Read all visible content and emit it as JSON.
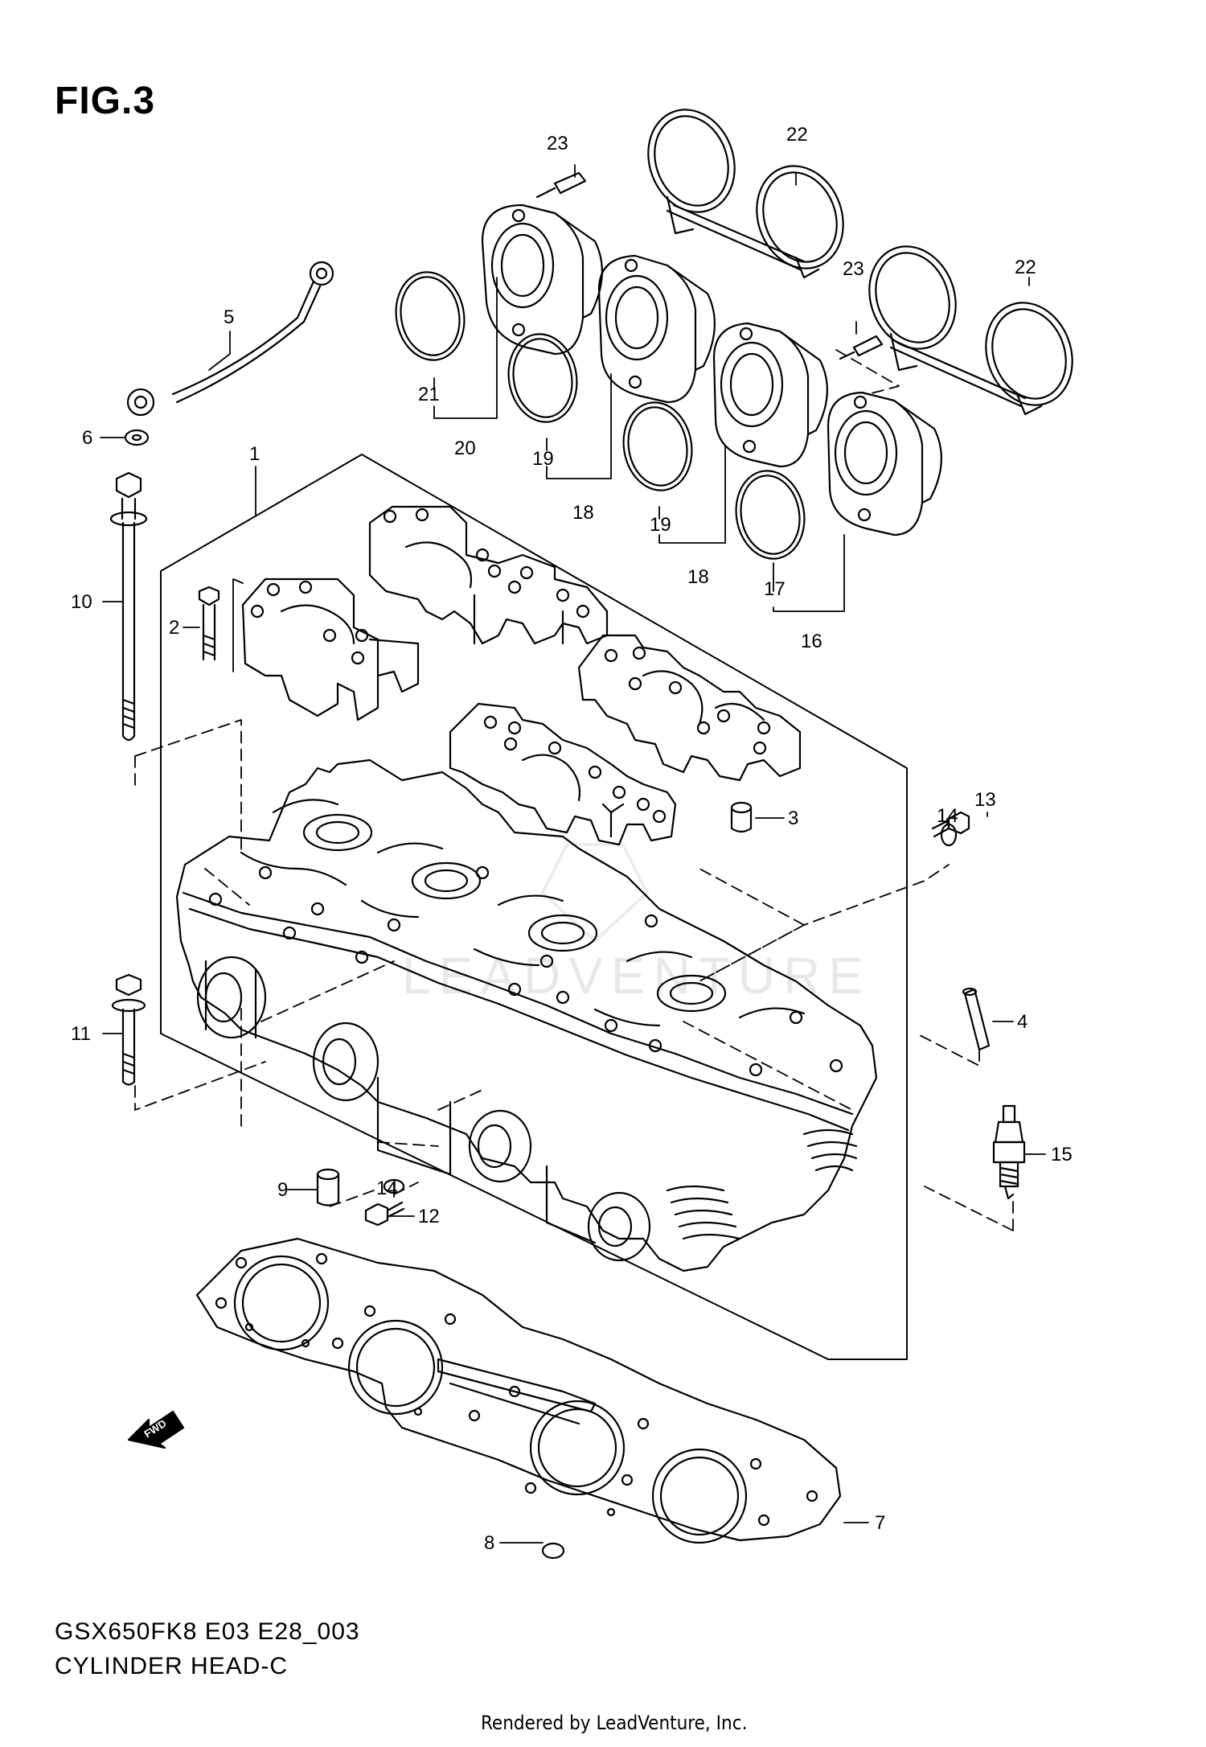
{
  "figure": {
    "title": "FIG.3",
    "model_code": "GSX650FK8 E03 E28_003",
    "subtitle": "CYLINDER HEAD-C",
    "credit": "Rendered by LeadVenture, Inc.",
    "fwd_label": "FWD",
    "watermark": "LEADVENTURE"
  },
  "callouts": [
    {
      "id": "1",
      "label": "1"
    },
    {
      "id": "2",
      "label": "2"
    },
    {
      "id": "3",
      "label": "3"
    },
    {
      "id": "4",
      "label": "4"
    },
    {
      "id": "5",
      "label": "5"
    },
    {
      "id": "6",
      "label": "6"
    },
    {
      "id": "7",
      "label": "7"
    },
    {
      "id": "8",
      "label": "8"
    },
    {
      "id": "9",
      "label": "9"
    },
    {
      "id": "10",
      "label": "10"
    },
    {
      "id": "11",
      "label": "11"
    },
    {
      "id": "12",
      "label": "12"
    },
    {
      "id": "13",
      "label": "13"
    },
    {
      "id": "14a",
      "label": "14"
    },
    {
      "id": "14b",
      "label": "14"
    },
    {
      "id": "15",
      "label": "15"
    },
    {
      "id": "16",
      "label": "16"
    },
    {
      "id": "17",
      "label": "17"
    },
    {
      "id": "18a",
      "label": "18"
    },
    {
      "id": "18b",
      "label": "18"
    },
    {
      "id": "19a",
      "label": "19"
    },
    {
      "id": "19b",
      "label": "19"
    },
    {
      "id": "20",
      "label": "20"
    },
    {
      "id": "21",
      "label": "21"
    },
    {
      "id": "22a",
      "label": "22"
    },
    {
      "id": "22b",
      "label": "22"
    },
    {
      "id": "23a",
      "label": "23"
    },
    {
      "id": "23b",
      "label": "23"
    }
  ]
}
